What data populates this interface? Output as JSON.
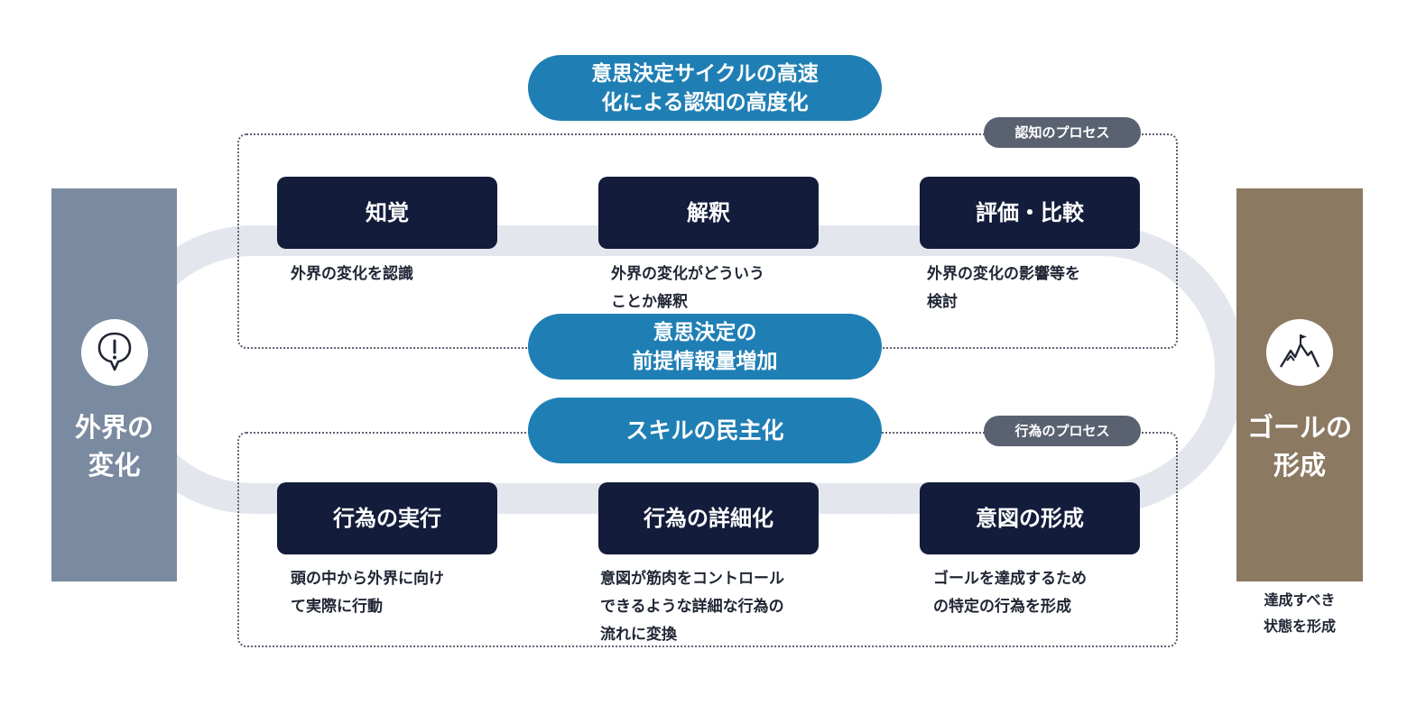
{
  "colors": {
    "navy": "#131c3a",
    "accent_blue": "#1f7fb5",
    "external_panel": "#7a8aa0",
    "goal_panel": "#8c7962",
    "process_tag": "#5a6170",
    "cycle_track": "#e3e6ed"
  },
  "left_panel": {
    "icon": "speech-bubble-exclamation-icon",
    "label_lines": [
      "外界の",
      "変化"
    ]
  },
  "right_panel": {
    "icon": "mountain-flag-icon",
    "label_lines": [
      "ゴールの",
      "形成"
    ],
    "caption_lines": [
      "達成すべき",
      "状態を形成"
    ]
  },
  "top_pill": {
    "lines": [
      "意思決定サイクルの高速",
      "化による認知の高度化"
    ]
  },
  "middle_pill": {
    "lines": [
      "意思決定の",
      "前提情報量増加"
    ]
  },
  "skill_pill": {
    "label": "スキルの民主化"
  },
  "cognition_group": {
    "tag": "認知のプロセス",
    "steps": [
      {
        "title": "知覚",
        "desc_lines": [
          "外界の変化を認識"
        ]
      },
      {
        "title": "解釈",
        "desc_lines": [
          "外界の変化がどういう",
          "ことか解釈"
        ]
      },
      {
        "title": "評価・比較",
        "desc_lines": [
          "外界の変化の影響等を",
          "検討"
        ]
      }
    ]
  },
  "action_group": {
    "tag": "行為のプロセス",
    "steps": [
      {
        "title": "行為の実行",
        "desc_lines": [
          "頭の中から外界に向け",
          "て実際に行動"
        ]
      },
      {
        "title": "行為の詳細化",
        "desc_lines": [
          "意図が筋肉をコントロール",
          "できるような詳細な行為の",
          "流れに変換"
        ]
      },
      {
        "title": "意図の形成",
        "desc_lines": [
          "ゴールを達成するため",
          "の特定の行為を形成"
        ]
      }
    ]
  }
}
